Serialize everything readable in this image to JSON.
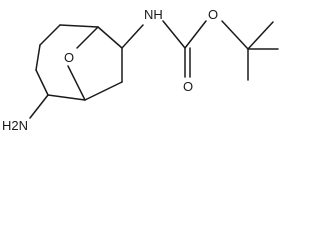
{
  "molecule": {
    "atoms": {
      "amine_label": "H2N",
      "bridge_oxygen": "O",
      "carbamate_nh": "NH",
      "ester_oxygen": "O",
      "carbonyl_oxygen": "O"
    }
  }
}
